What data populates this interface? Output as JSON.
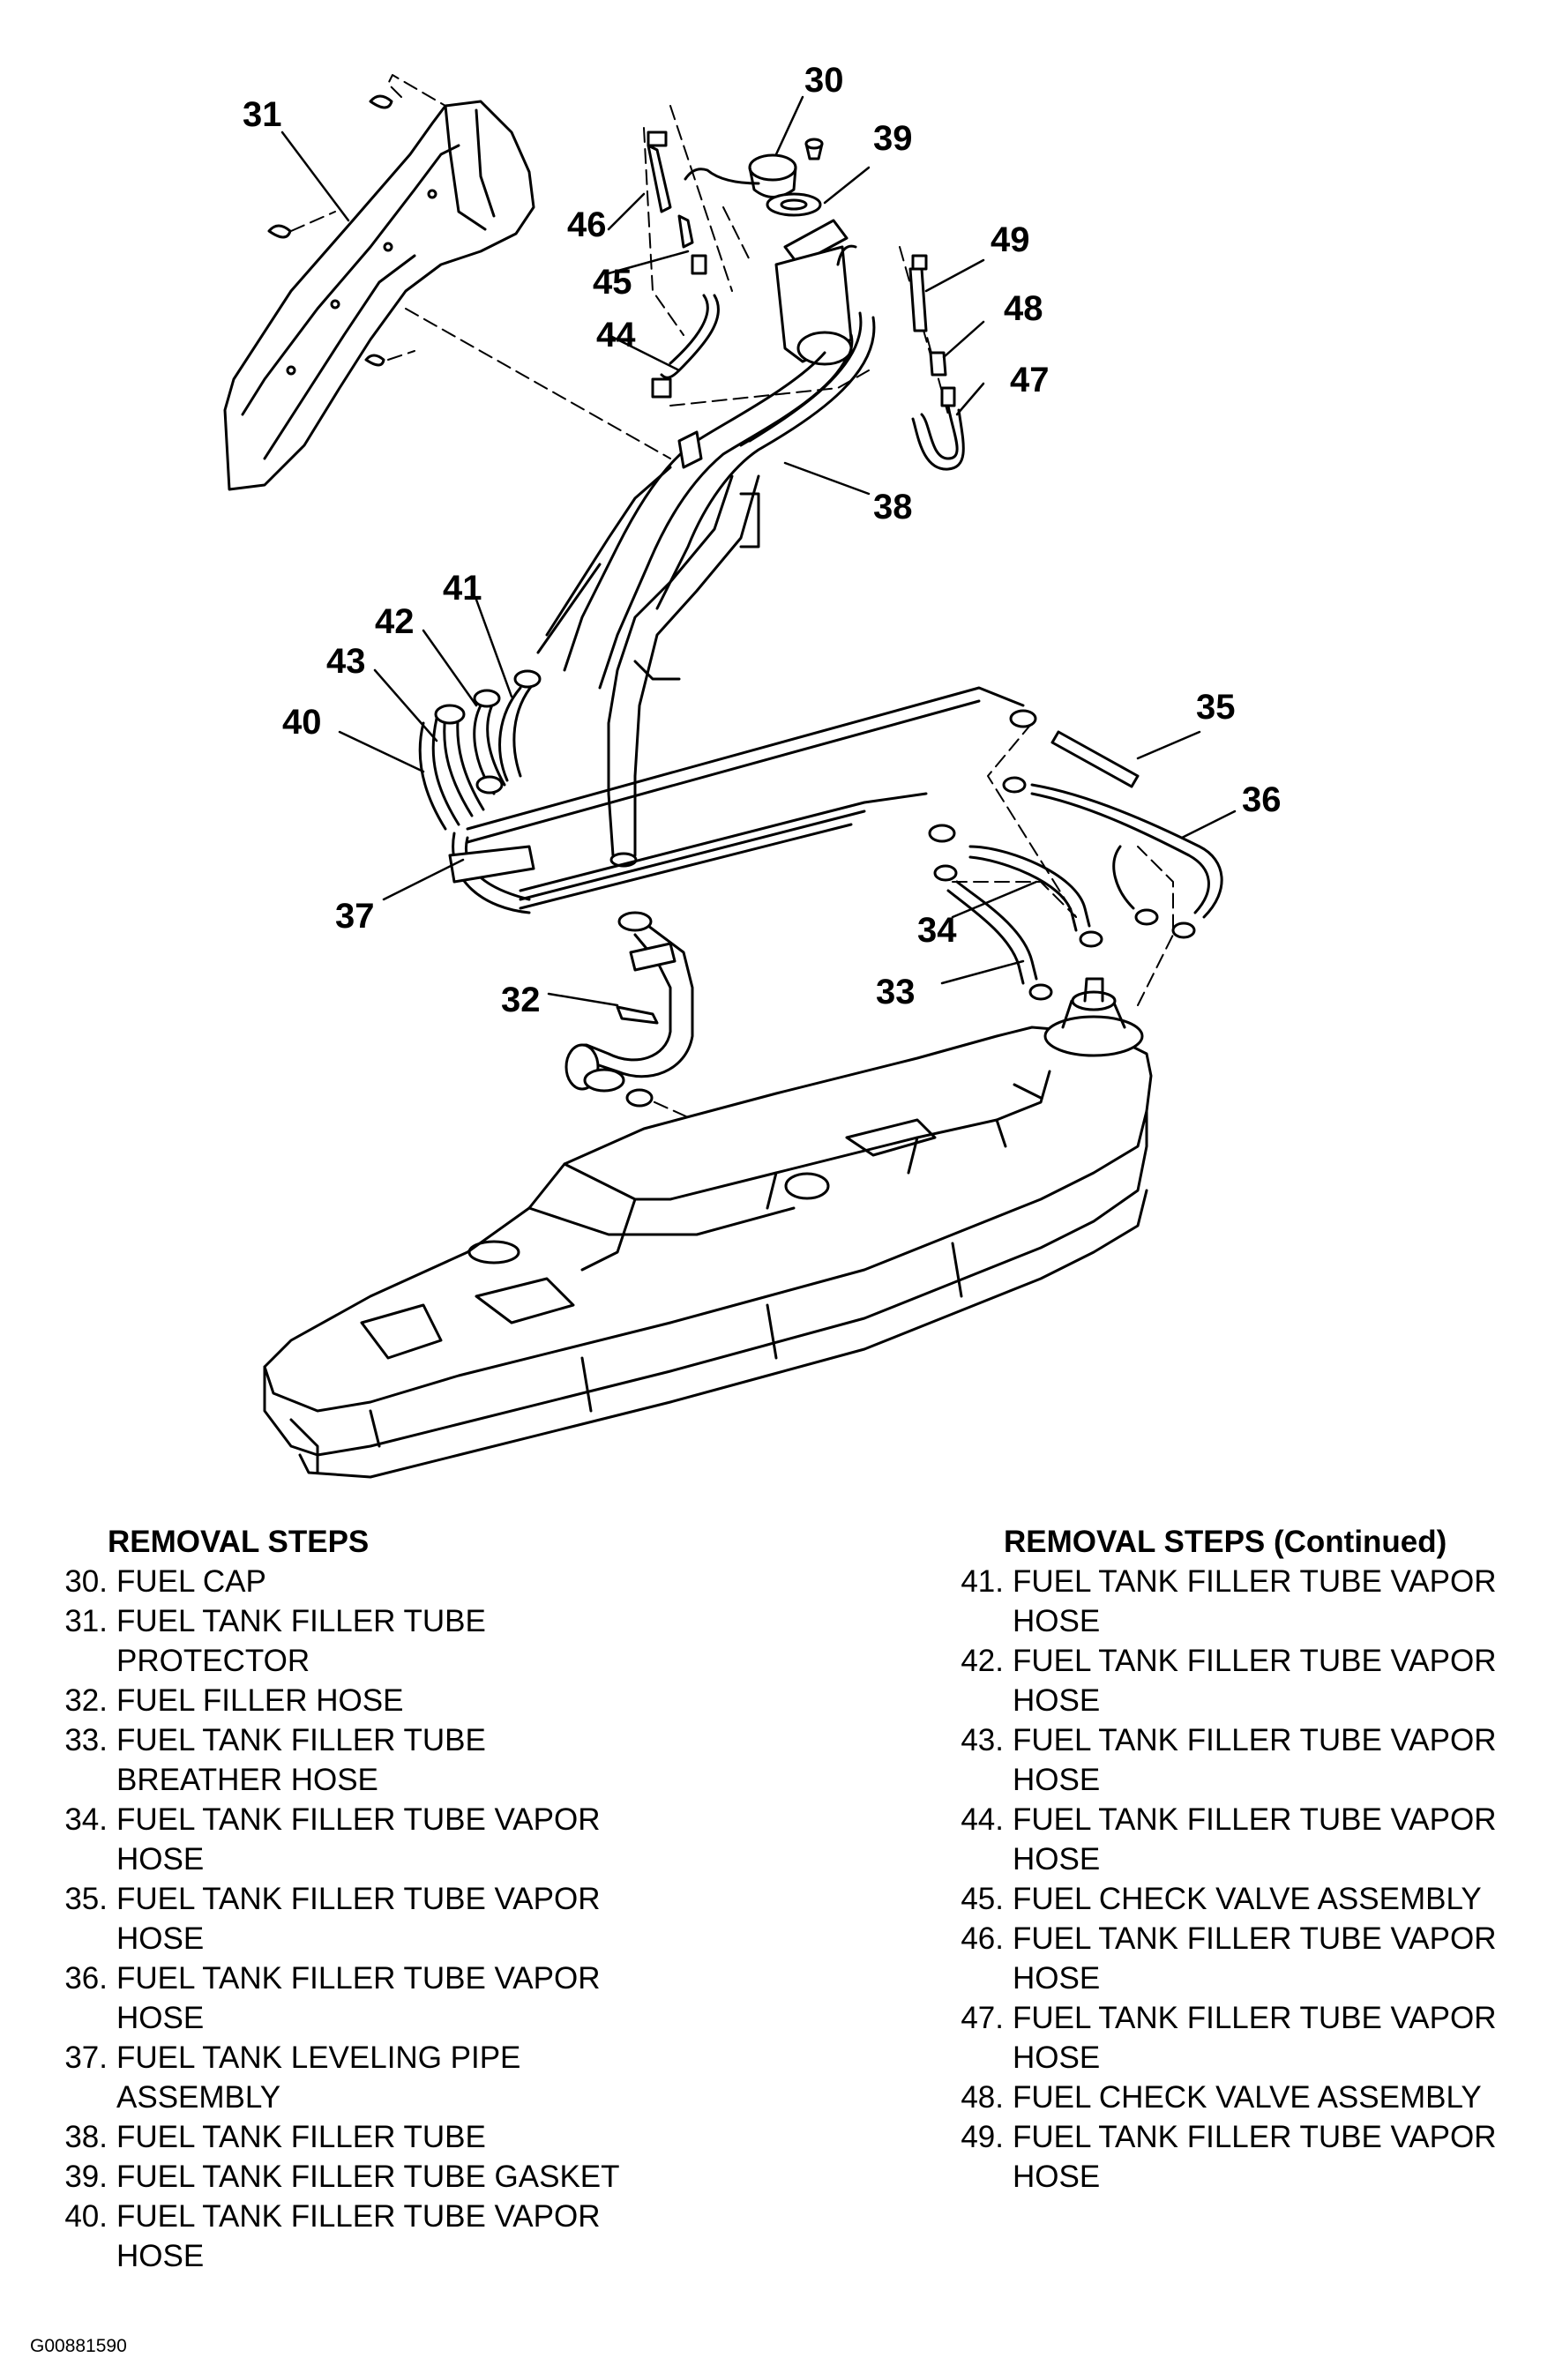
{
  "diagram": {
    "callouts": [
      "30",
      "31",
      "32",
      "33",
      "34",
      "35",
      "36",
      "37",
      "38",
      "39",
      "40",
      "41",
      "42",
      "43",
      "44",
      "45",
      "46",
      "47",
      "48",
      "49"
    ]
  },
  "steps_left": {
    "heading": "REMOVAL STEPS",
    "items": [
      {
        "num": "30.",
        "text": [
          "FUEL CAP"
        ]
      },
      {
        "num": "31.",
        "text": [
          "FUEL TANK FILLER TUBE",
          "PROTECTOR"
        ]
      },
      {
        "num": "32.",
        "text": [
          "FUEL FILLER HOSE"
        ]
      },
      {
        "num": "33.",
        "text": [
          "FUEL TANK FILLER TUBE",
          "BREATHER HOSE"
        ]
      },
      {
        "num": "34.",
        "text": [
          "FUEL TANK FILLER TUBE VAPOR",
          "HOSE"
        ]
      },
      {
        "num": "35.",
        "text": [
          "FUEL TANK FILLER TUBE VAPOR",
          "HOSE"
        ]
      },
      {
        "num": "36.",
        "text": [
          "FUEL TANK FILLER TUBE VAPOR",
          "HOSE"
        ]
      },
      {
        "num": "37.",
        "text": [
          "FUEL TANK LEVELING PIPE",
          "ASSEMBLY"
        ]
      },
      {
        "num": "38.",
        "text": [
          "FUEL TANK FILLER TUBE"
        ]
      },
      {
        "num": "39.",
        "text": [
          "FUEL TANK FILLER TUBE GASKET"
        ]
      },
      {
        "num": "40.",
        "text": [
          "FUEL TANK FILLER TUBE VAPOR",
          "HOSE"
        ]
      }
    ]
  },
  "steps_right": {
    "heading": "REMOVAL STEPS (Continued)",
    "items": [
      {
        "num": "41.",
        "text": [
          "FUEL TANK FILLER TUBE VAPOR",
          "HOSE"
        ]
      },
      {
        "num": "42.",
        "text": [
          "FUEL TANK FILLER TUBE VAPOR",
          "HOSE"
        ]
      },
      {
        "num": "43.",
        "text": [
          "FUEL TANK FILLER TUBE VAPOR",
          "HOSE"
        ]
      },
      {
        "num": "44.",
        "text": [
          "FUEL TANK FILLER TUBE VAPOR",
          "HOSE"
        ]
      },
      {
        "num": "45.",
        "text": [
          "FUEL CHECK VALVE ASSEMBLY"
        ]
      },
      {
        "num": "46.",
        "text": [
          "FUEL TANK FILLER TUBE VAPOR",
          "HOSE"
        ]
      },
      {
        "num": "47.",
        "text": [
          "FUEL TANK FILLER TUBE VAPOR",
          "HOSE"
        ]
      },
      {
        "num": "48.",
        "text": [
          "FUEL CHECK VALVE ASSEMBLY"
        ]
      },
      {
        "num": "49.",
        "text": [
          "FUEL TANK FILLER TUBE VAPOR",
          "HOSE"
        ]
      }
    ]
  },
  "figure_code": "G00881590"
}
